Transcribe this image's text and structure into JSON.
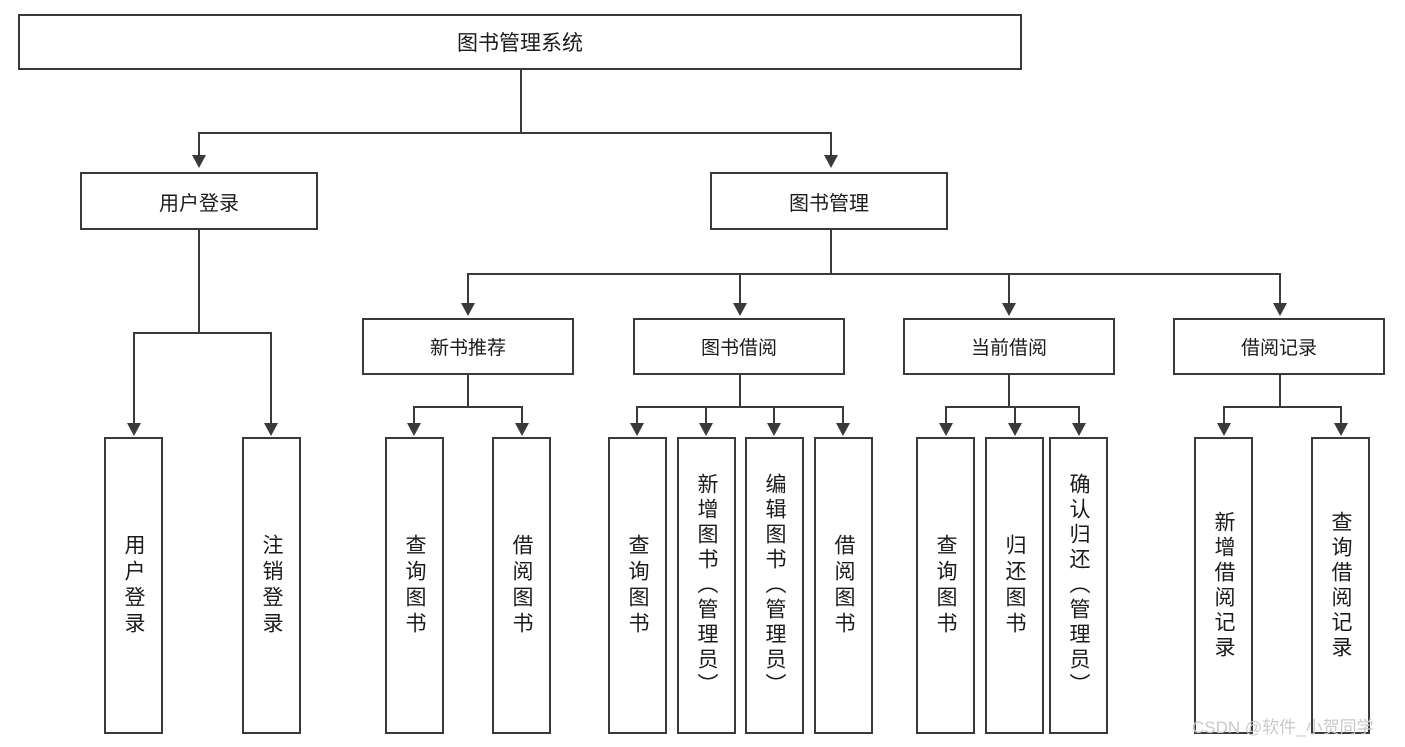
{
  "diagram": {
    "title": "图书管理系统",
    "type": "tree-hierarchy-diagram",
    "root": {
      "label": "图书管理系统"
    },
    "tier2": [
      {
        "label": "用户登录"
      },
      {
        "label": "图书管理"
      }
    ],
    "tier3": [
      {
        "label": "新书推荐"
      },
      {
        "label": "图书借阅"
      },
      {
        "label": "当前借阅"
      },
      {
        "label": "借阅记录"
      }
    ],
    "leaves": {
      "user_login": [
        {
          "label": "用户登录"
        },
        {
          "label": "注销登录"
        }
      ],
      "new_book_recommend": [
        {
          "label": "查询图书"
        },
        {
          "label": "借阅图书"
        }
      ],
      "book_borrow": [
        {
          "label": "查询图书"
        },
        {
          "label": "新增图书（管理员）"
        },
        {
          "label": "编辑图书（管理员）"
        },
        {
          "label": "借阅图书"
        }
      ],
      "current_borrow": [
        {
          "label": "查询图书"
        },
        {
          "label": "归还图书"
        },
        {
          "label": "确认归还（管理员）"
        }
      ],
      "borrow_record": [
        {
          "label": "新增借阅记录"
        },
        {
          "label": "查询借阅记录"
        }
      ]
    }
  },
  "watermark": {
    "text": "CSDN @软件_小贺同学"
  },
  "colors": {
    "line": "#3a3a3a",
    "text": "#1b1b1b",
    "background": "#ffffff",
    "watermark": "#c9c9c9"
  }
}
